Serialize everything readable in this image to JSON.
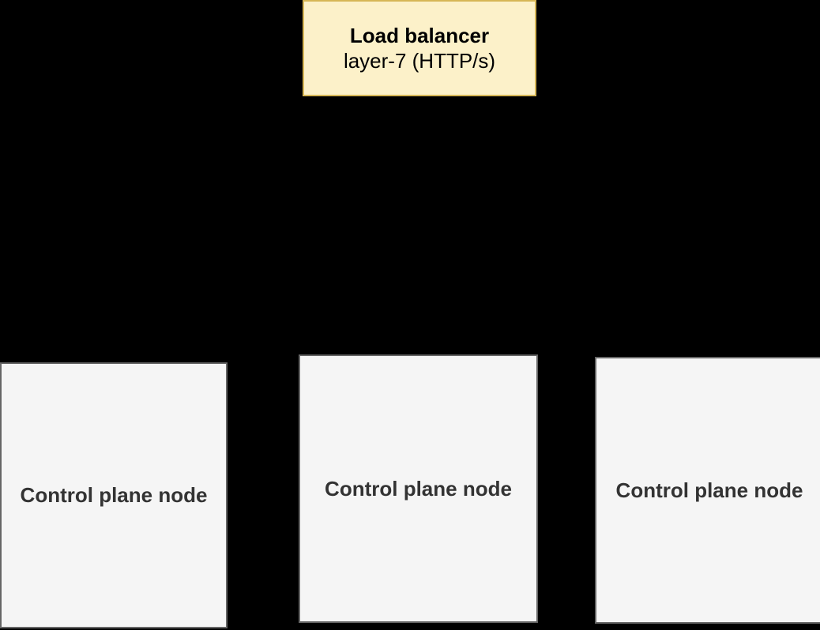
{
  "page": {
    "background_color": "#000000"
  },
  "diagram": {
    "load_balancer": {
      "title": "Load balancer",
      "subtitle": "layer-7 (HTTP/s)",
      "fill_color": "#FCF1C9",
      "border_color": "#D6B656",
      "text_color": "#000000"
    },
    "nodes": [
      {
        "label": "Control plane node"
      },
      {
        "label": "Control plane node"
      },
      {
        "label": "Control plane node"
      }
    ],
    "node_style": {
      "fill_color": "#F5F5F5",
      "border_color": "#666666",
      "text_color": "#333333"
    }
  }
}
